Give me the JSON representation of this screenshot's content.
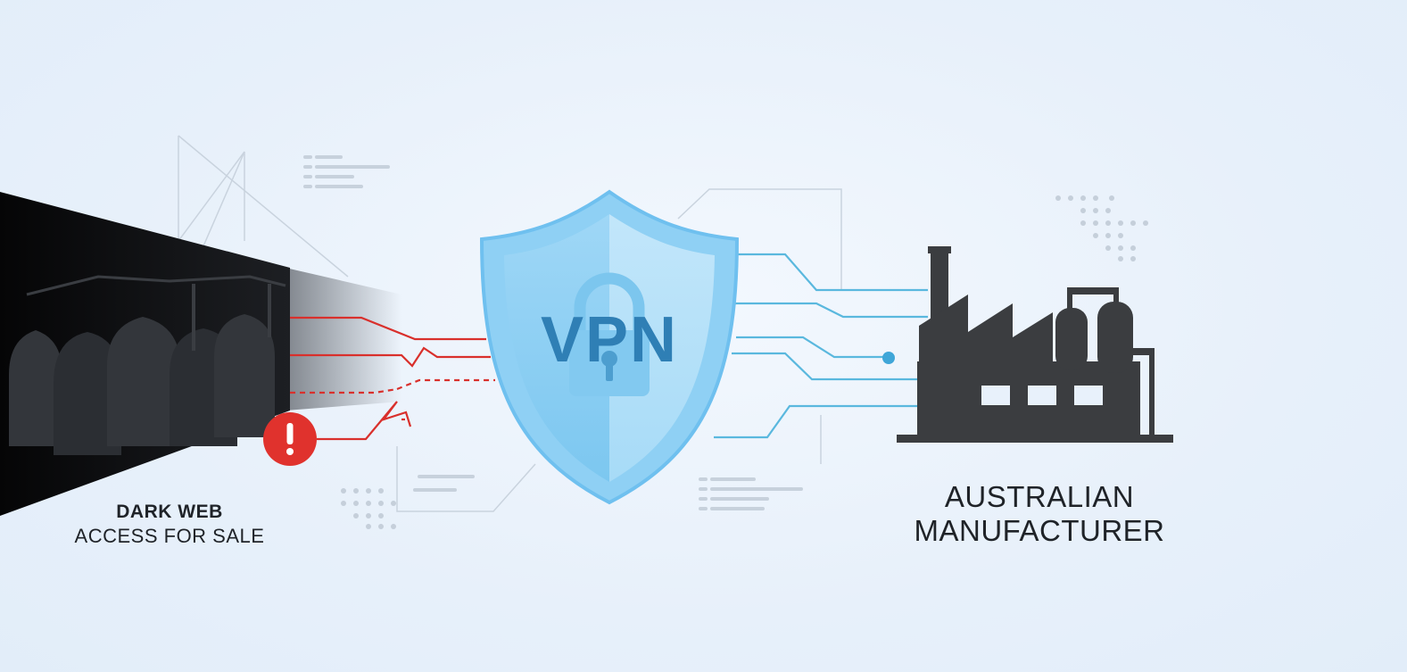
{
  "left_label": {
    "line1": "DARK WEB",
    "line2": "ACCESS FOR SALE"
  },
  "shield": {
    "text": "VPN"
  },
  "right_label": {
    "line1": "AUSTRALIAN",
    "line2": "MANUFACTURER"
  },
  "icons": {
    "dark_web": "hooded-figures-icon",
    "alert": "exclamation-alert-icon",
    "shield": "shield-icon",
    "lock": "padlock-icon",
    "factory": "factory-icon"
  },
  "colors": {
    "background": "#e8f1fb",
    "shield_blue": "#6fc0ef",
    "threat_red": "#d9302c",
    "connection_blue": "#5ab8de",
    "factory_gray": "#3b3d40"
  }
}
